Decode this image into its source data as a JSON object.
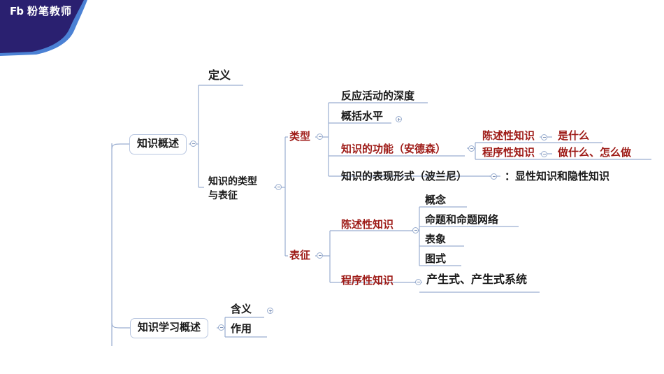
{
  "header": {
    "logo_mark": "Fb",
    "logo_text": "粉笔教师",
    "brand_dark": "#2a2070",
    "brand_blue": "#4b81d4"
  },
  "theme": {
    "text_black": "#1a1a1a",
    "text_red": "#9e1b17",
    "line": "#9aaed0",
    "box_border": "#b8c6e0",
    "background": "#ffffff"
  },
  "mindmap": {
    "root_branches": [
      {
        "id": "n-knowledge-overview",
        "label": "知识概述",
        "style": "boxed",
        "color": "black",
        "toggle": "minus"
      },
      {
        "id": "n-knowledge-learning-overview",
        "label": "知识学习概述",
        "style": "boxed",
        "color": "black",
        "toggle": "minus"
      }
    ],
    "nodes": {
      "definition": {
        "label": "定义",
        "color": "black",
        "toggle": "none"
      },
      "type_and_representation": {
        "line1": "知识的类型",
        "line2": "与表征",
        "label": "知识的类型与表征",
        "color": "black",
        "toggle": "minus"
      },
      "type": {
        "label": "类型",
        "color": "red",
        "toggle": "minus"
      },
      "representation": {
        "label": "表征",
        "color": "red",
        "toggle": "minus"
      },
      "depth_of_response": {
        "label": "反应活动的深度",
        "color": "black",
        "toggle": "none"
      },
      "generalization_level": {
        "label": "概括水平",
        "color": "black",
        "toggle": "plus"
      },
      "function_anderson": {
        "label": "知识的功能（安德森）",
        "color": "red",
        "toggle": "minus"
      },
      "form_polanyi": {
        "label": "知识的表现形式（波兰尼）",
        "color": "black",
        "toggle": "minus"
      },
      "form_polanyi_value": {
        "label": "：显性知识和隐性知识",
        "color": "black",
        "toggle": "none"
      },
      "declarative_knowledge_type": {
        "label": "陈述性知识",
        "color": "red",
        "toggle": "minus"
      },
      "declarative_knowledge_type_value": {
        "label": "是什么",
        "color": "red",
        "toggle": "none"
      },
      "procedural_knowledge_type": {
        "label": "程序性知识",
        "color": "red",
        "toggle": "minus"
      },
      "procedural_knowledge_type_value": {
        "label": "做什么、怎么做",
        "color": "red",
        "toggle": "none"
      },
      "declarative_knowledge_rep": {
        "label": "陈述性知识",
        "color": "red",
        "toggle": "minus"
      },
      "concept": {
        "label": "概念",
        "color": "black",
        "toggle": "none"
      },
      "proposition_network": {
        "label": "命题和命题网络",
        "color": "black",
        "toggle": "none"
      },
      "image_representation": {
        "label": "表象",
        "color": "black",
        "toggle": "none"
      },
      "schema": {
        "label": "图式",
        "color": "black",
        "toggle": "none"
      },
      "procedural_knowledge_rep": {
        "label": "程序性知识",
        "color": "red",
        "toggle": "minus"
      },
      "production_systems": {
        "label": "产生式、产生式系统",
        "color": "black",
        "toggle": "none"
      },
      "meaning": {
        "label": "含义",
        "color": "black",
        "toggle": "plus"
      },
      "function": {
        "label": "作用",
        "color": "black",
        "toggle": "none"
      }
    }
  }
}
